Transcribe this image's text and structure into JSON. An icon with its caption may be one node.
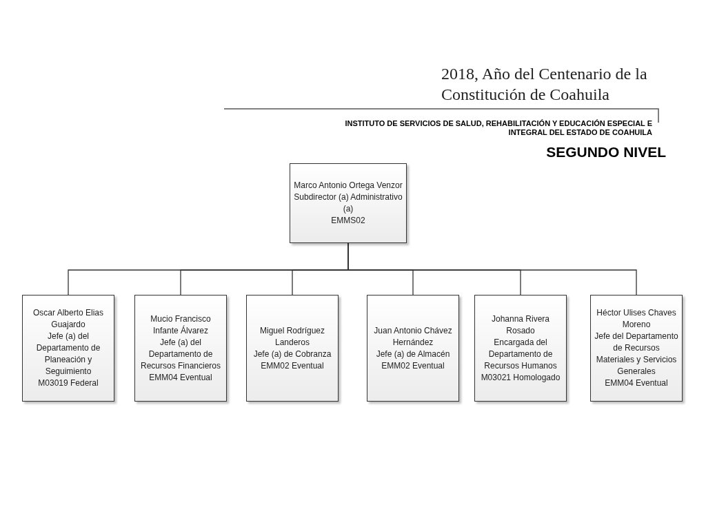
{
  "diagram": {
    "title": "SEGUNDO NIVEL",
    "nodes": [
      {
        "text": [
          "Marco Antonio Ortega Venzor",
          "Subdirector (a) Administrativo (a)",
          "EMMS02"
        ]
      },
      {
        "text": [
          "Oscar Alberto Elias Guajardo",
          "Jefe (a) del Departamento de Planeación y Seguimiento",
          "M03019 Federal"
        ]
      },
      {
        "text": [
          "Mucio Francisco Infante Álvarez",
          "Jefe (a) del Departamento de Recursos Financieros",
          "EMM04 Eventual"
        ]
      },
      {
        "text": [
          "Miguel Rodríguez Landeros",
          "Jefe (a) de Cobranza",
          "EMM02 Eventual"
        ]
      },
      {
        "text": [
          "Juan Antonio Chávez Hernández",
          "Jefe (a) de Almacén",
          "EMM02 Eventual"
        ]
      },
      {
        "text": [
          "Johanna Rivera Rosado",
          "Encargada del Departamento de Recursos Humanos",
          "M03021 Homologado"
        ]
      },
      {
        "text": [
          "Héctor Ulises Chaves Moreno",
          "Jefe del Departamento de Recursos Materiales y Servicios Generales",
          "EMM04 Eventual"
        ]
      }
    ],
    "edges": [
      {
        "from": 0,
        "to": 1,
        "arrow": "none"
      },
      {
        "from": 0,
        "to": 2,
        "arrow": "none"
      },
      {
        "from": 0,
        "to": 3,
        "arrow": "none"
      },
      {
        "from": 0,
        "to": 4,
        "arrow": "none"
      },
      {
        "from": 0,
        "to": 5,
        "arrow": "none"
      },
      {
        "from": 0,
        "to": 6,
        "arrow": "none"
      }
    ],
    "labels": [
      "2018, Año del Centenario de la Constitución de Coahuila",
      "INSTITUTO DE SERVICIOS DE SALUD, REHABILITACIÓN Y EDUCACIÓN ESPECIAL E INTEGRAL DEL ESTADO DE COAHUILA"
    ]
  }
}
